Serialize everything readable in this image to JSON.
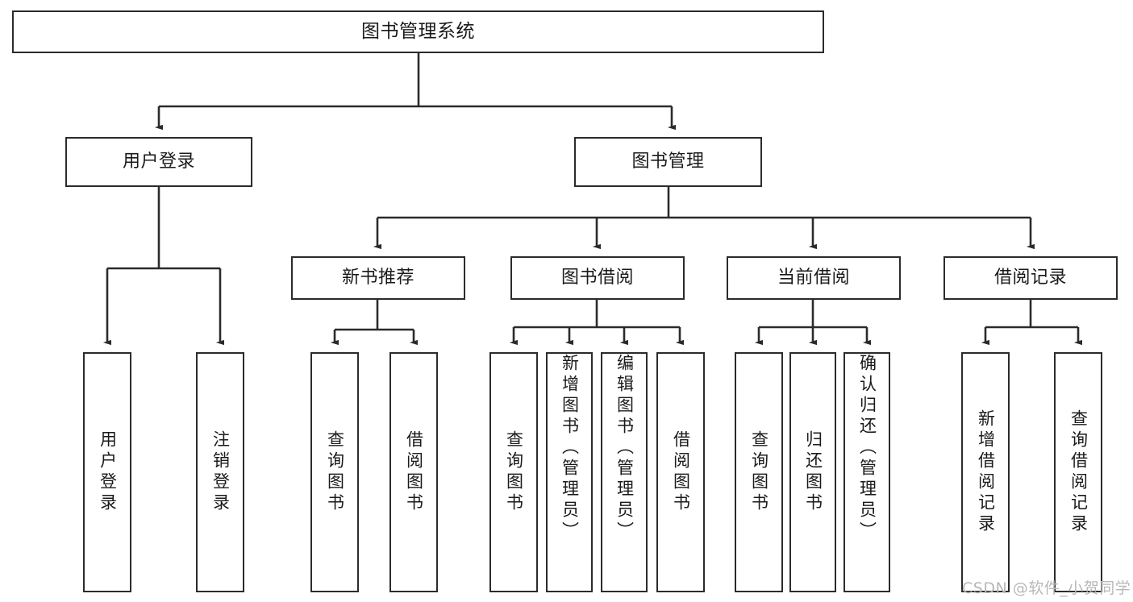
{
  "diagram": {
    "title": "图书管理系统",
    "type": "hierarchy-tree",
    "orientation": "top-down",
    "style": {
      "box_border_color": "#2b2b2b",
      "box_fill_color": "#ffffff",
      "edge_color": "#2b2b2b",
      "background": "#ffffff",
      "watermark_color": "#b8b8b8"
    },
    "levels": [
      {
        "level": 0,
        "nodes": [
          {
            "id": "root",
            "label": "图书管理系统",
            "text_dir": "horizontal"
          }
        ]
      },
      {
        "level": 1,
        "nodes": [
          {
            "id": "login",
            "label": "用户登录",
            "text_dir": "horizontal",
            "parent": "root"
          },
          {
            "id": "bookmgmt",
            "label": "图书管理",
            "text_dir": "horizontal",
            "parent": "root"
          }
        ]
      },
      {
        "level": 2,
        "nodes": [
          {
            "id": "newbook",
            "label": "新书推荐",
            "text_dir": "horizontal",
            "parent": "bookmgmt"
          },
          {
            "id": "borrow",
            "label": "图书借阅",
            "text_dir": "horizontal",
            "parent": "bookmgmt"
          },
          {
            "id": "current",
            "label": "当前借阅",
            "text_dir": "horizontal",
            "parent": "bookmgmt"
          },
          {
            "id": "records",
            "label": "借阅记录",
            "text_dir": "horizontal",
            "parent": "bookmgmt"
          }
        ]
      },
      {
        "level": 3,
        "nodes": [
          {
            "id": "leaf1",
            "label": "用户登录",
            "text_dir": "vertical",
            "parent": "login"
          },
          {
            "id": "leaf2",
            "label": "注销登录",
            "text_dir": "vertical",
            "parent": "login"
          },
          {
            "id": "leaf3",
            "label": "查询图书",
            "text_dir": "vertical",
            "parent": "newbook"
          },
          {
            "id": "leaf4",
            "label": "借阅图书",
            "text_dir": "vertical",
            "parent": "newbook"
          },
          {
            "id": "leaf5",
            "label": "查询图书",
            "text_dir": "vertical",
            "parent": "borrow"
          },
          {
            "id": "leaf6",
            "label": "新增图书（管理员）",
            "text_dir": "vertical",
            "parent": "borrow"
          },
          {
            "id": "leaf7",
            "label": "编辑图书（管理员）",
            "text_dir": "vertical",
            "parent": "borrow"
          },
          {
            "id": "leaf8",
            "label": "借阅图书",
            "text_dir": "vertical",
            "parent": "borrow"
          },
          {
            "id": "leaf9",
            "label": "查询图书",
            "text_dir": "vertical",
            "parent": "current"
          },
          {
            "id": "leaf10",
            "label": "归还图书",
            "text_dir": "vertical",
            "parent": "current"
          },
          {
            "id": "leaf11",
            "label": "确认归还（管理员）",
            "text_dir": "vertical",
            "parent": "current"
          },
          {
            "id": "leaf12",
            "label": "新增借阅记录",
            "text_dir": "vertical",
            "parent": "records"
          },
          {
            "id": "leaf13",
            "label": "查询借阅记录",
            "text_dir": "vertical",
            "parent": "records"
          }
        ]
      }
    ]
  },
  "watermark": {
    "text": "CSDN @软件_小贺同学"
  }
}
